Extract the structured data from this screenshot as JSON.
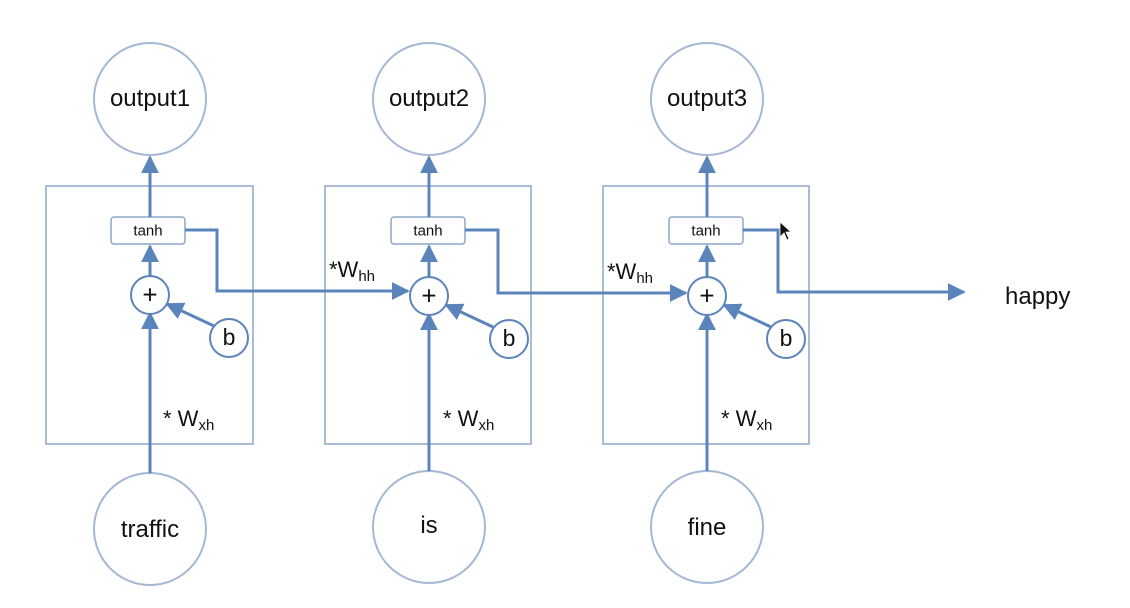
{
  "cells": [
    {
      "output": "output1",
      "input": "traffic",
      "activation": "tanh",
      "sum": "+",
      "bias": "b",
      "w_input": {
        "prefix": "* W",
        "sub": "xh"
      }
    },
    {
      "output": "output2",
      "input": "is",
      "activation": "tanh",
      "sum": "+",
      "bias": "b",
      "w_input": {
        "prefix": "* W",
        "sub": "xh"
      }
    },
    {
      "output": "output3",
      "input": "fine",
      "activation": "tanh",
      "sum": "+",
      "bias": "b",
      "w_input": {
        "prefix": "* W",
        "sub": "xh"
      }
    }
  ],
  "recurrent_weights": [
    {
      "prefix": "*W",
      "sub": "hh"
    },
    {
      "prefix": "*W",
      "sub": "hh"
    }
  ],
  "final_output": "happy",
  "colors": {
    "line": "#5b84bb",
    "circle": "#a4b8d4",
    "box": "#8fa7c9"
  }
}
